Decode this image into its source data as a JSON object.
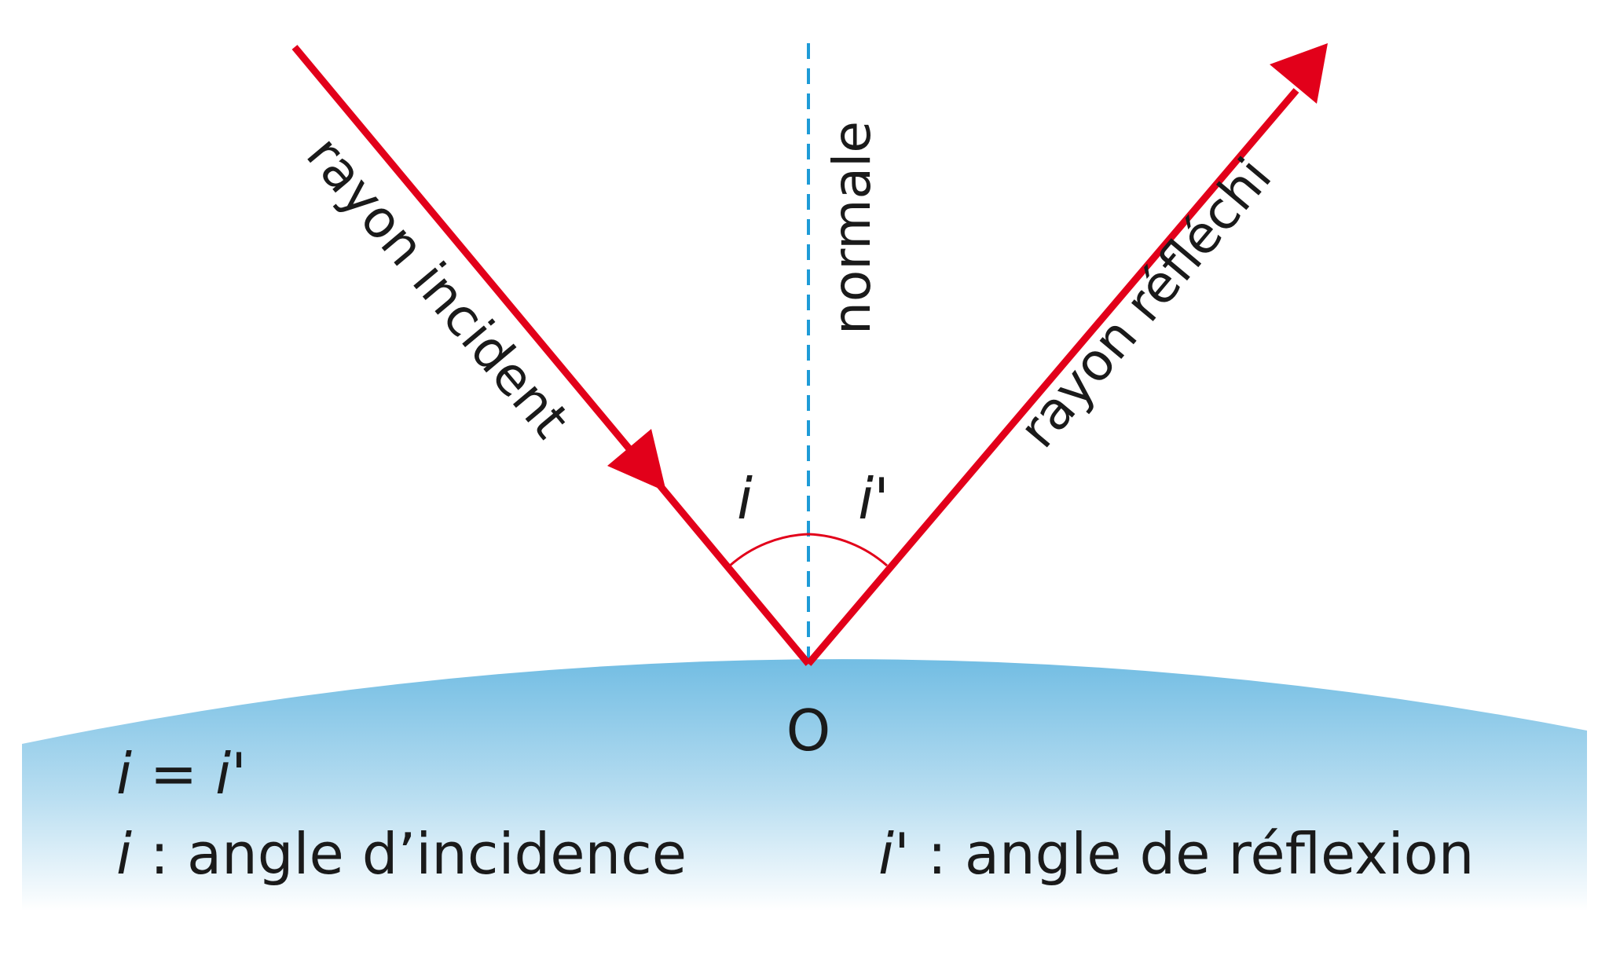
{
  "labels": {
    "incident_ray": "rayon incident",
    "normal": "normale",
    "reflected_ray": "rayon réfléchi",
    "angle_i": "i",
    "angle_i_prime": "i'",
    "point": "O"
  },
  "legend": {
    "equation_left": "i",
    "equation_op": " = ",
    "equation_right": "i'",
    "incidence_symbol": "i",
    "incidence_text": " : angle d’incidence",
    "reflection_symbol": "i'",
    "reflection_text": " : angle de réflexion"
  },
  "colors": {
    "ray": "#e2001a",
    "normal": "#1e9bd7",
    "surface_top": "#72bde3",
    "surface_bottom": "#ffffff",
    "text": "#1a1a1a"
  }
}
